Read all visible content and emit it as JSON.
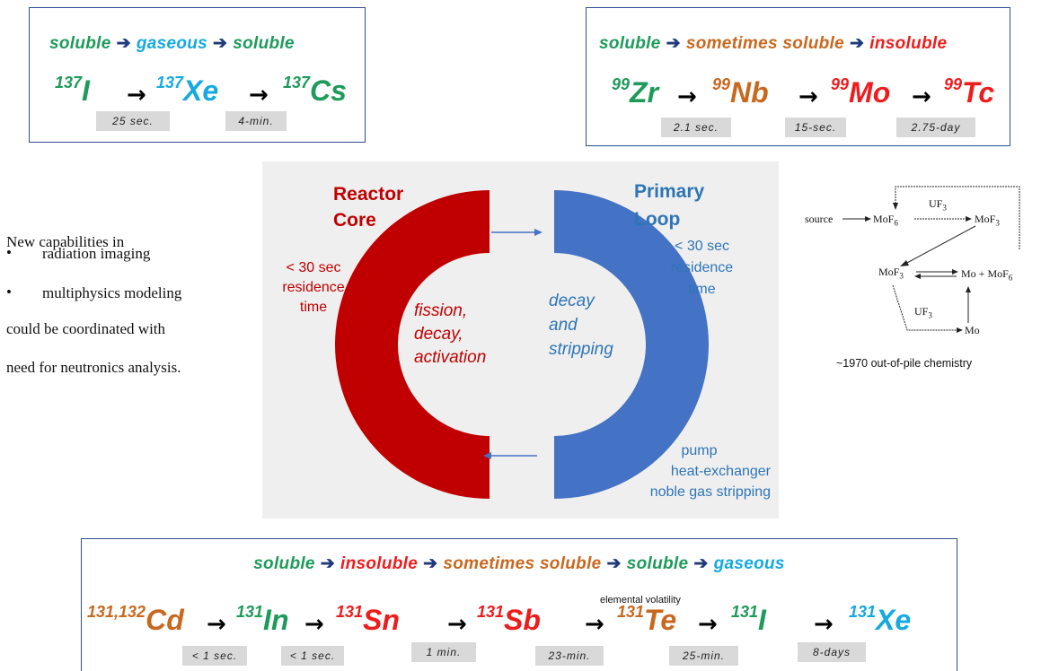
{
  "box_iodine": {
    "states": [
      "soluble",
      "gaseous",
      "soluble"
    ],
    "isotopes": [
      {
        "mass": "137",
        "symbol": "I"
      },
      {
        "mass": "137",
        "symbol": "Xe"
      },
      {
        "mass": "137",
        "symbol": "Cs"
      }
    ],
    "halflives": [
      "25 sec.",
      "4-min."
    ]
  },
  "box_zirconium": {
    "states": [
      "soluble",
      "sometimes soluble",
      "insoluble"
    ],
    "isotopes": [
      {
        "mass": "99",
        "symbol": "Zr"
      },
      {
        "mass": "99",
        "symbol": "Nb"
      },
      {
        "mass": "99",
        "symbol": "Mo"
      },
      {
        "mass": "99",
        "symbol": "Tc"
      }
    ],
    "halflives": [
      "2.1 sec.",
      "15-sec.",
      "2.75-day"
    ]
  },
  "box_cadmium": {
    "states": [
      "soluble",
      "insoluble",
      "sometimes soluble",
      "soluble",
      "gaseous"
    ],
    "note": "elemental volatility",
    "isotopes": [
      {
        "mass": "131,132",
        "symbol": "Cd"
      },
      {
        "mass": "131",
        "symbol": "In"
      },
      {
        "mass": "131",
        "symbol": "Sn"
      },
      {
        "mass": "131",
        "symbol": "Sb"
      },
      {
        "mass": "131",
        "symbol": "Te"
      },
      {
        "mass": "131",
        "symbol": "I"
      },
      {
        "mass": "131",
        "symbol": "Xe"
      }
    ],
    "halflives": [
      "< 1 sec.",
      "< 1 sec.",
      "1 min.",
      "23-min.",
      "25-min.",
      "8-days"
    ]
  },
  "loop": {
    "core_title_1": "Reactor",
    "core_title_2": "Core",
    "core_res_1": "< 30 sec",
    "core_res_2": "residence",
    "core_res_3": "time",
    "core_process_1": "fission,",
    "core_process_2": "decay,",
    "core_process_3": "activation",
    "primary_title_1": "Primary",
    "primary_title_2": "Loop",
    "primary_res_1": "< 30 sec",
    "primary_res_2": "residence",
    "primary_res_3": "time",
    "primary_process_1": "decay",
    "primary_process_2": "and",
    "primary_process_3": "stripping",
    "equip_1": "pump",
    "equip_2": "heat-exchanger",
    "equip_3": "noble gas stripping"
  },
  "left_text": {
    "line1": "New capabilities in",
    "bullet1": "radiation imaging",
    "bullet2": "multiphysics modeling",
    "line2": "could be coordinated with",
    "line3": "need for neutronics analysis."
  },
  "chemistry": {
    "caption": "~1970 out-of-pile chemistry",
    "source": "source",
    "uf3": "UF",
    "mo": "Mo",
    "mof": "MoF",
    "plus": "+"
  },
  "colors": {
    "core_red": "#c00000",
    "loop_blue": "#4472c4",
    "box_border": "#2f4b8f"
  }
}
